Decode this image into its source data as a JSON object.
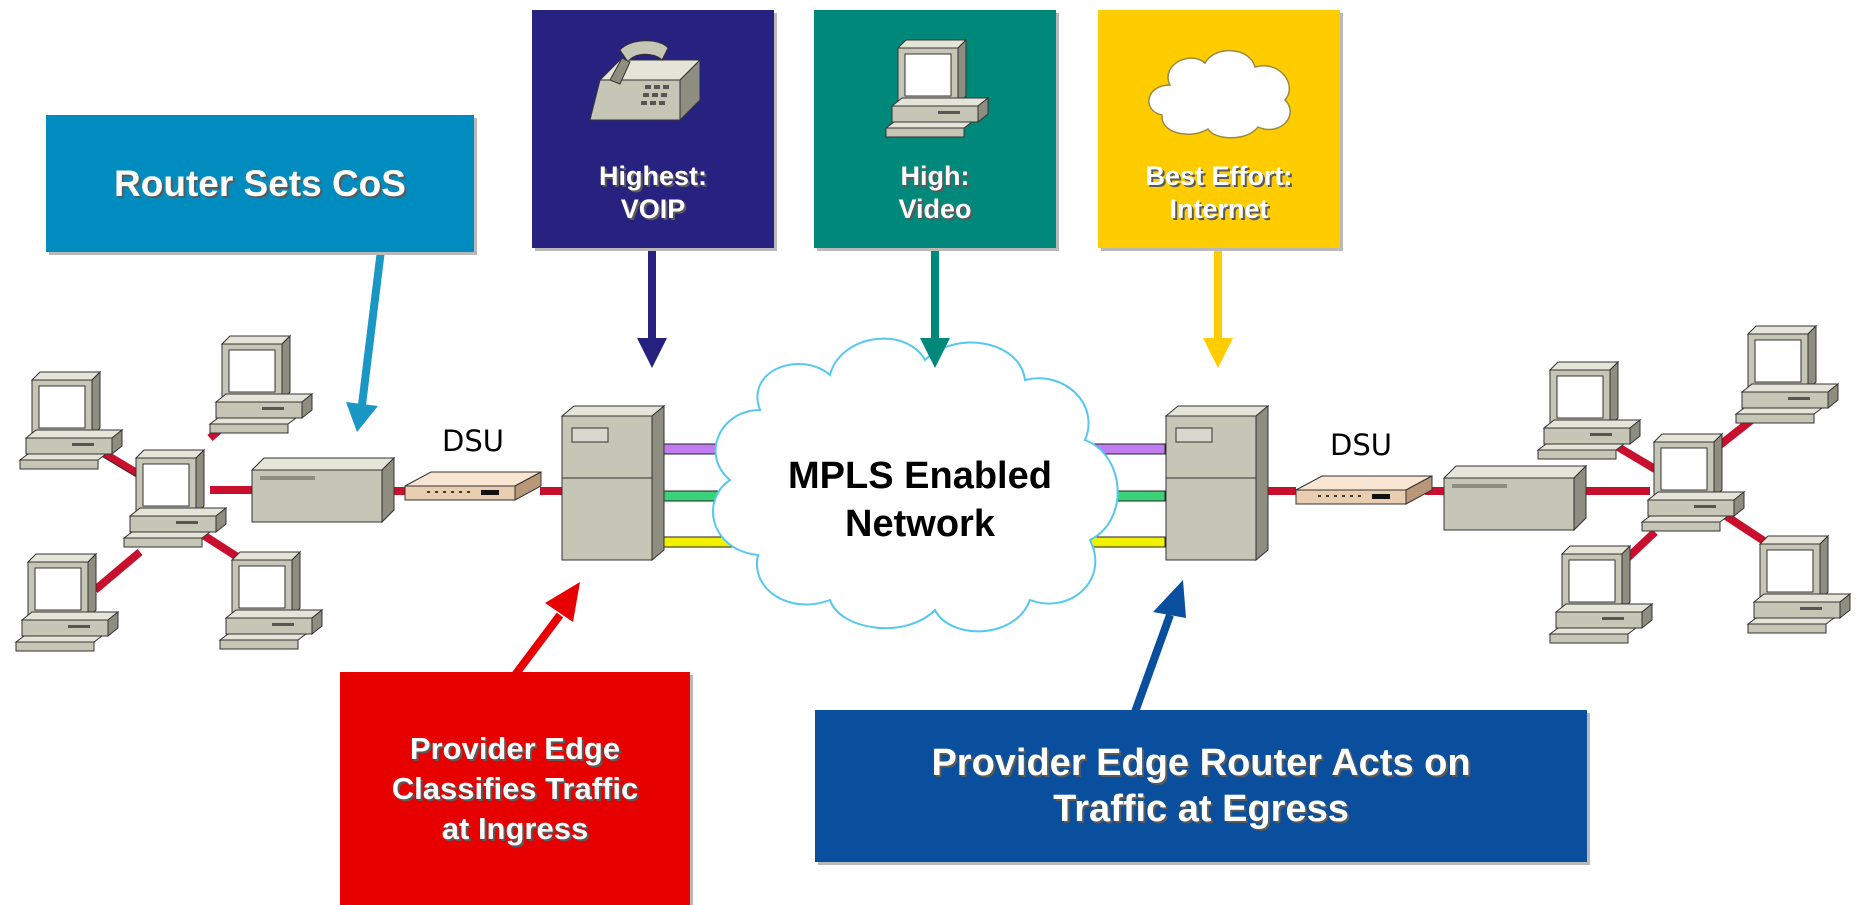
{
  "callouts": {
    "router_sets_cos": {
      "text": "Router Sets CoS",
      "color": "#008cbf"
    },
    "voip": {
      "line1": "Highest:",
      "line2": "VOIP",
      "color": "#27217f"
    },
    "video": {
      "line1": "High:",
      "line2": "Video",
      "color": "#00897a"
    },
    "internet": {
      "line1": "Best Effort:",
      "line2": "Internet",
      "color": "#ffcc00"
    },
    "ingress": {
      "line1": "Provider Edge",
      "line2": "Classifies Traffic",
      "line3": "at Ingress",
      "color": "#e60000"
    },
    "egress": {
      "line1": "Provider Edge Router Acts on",
      "line2": "Traffic at Egress",
      "color": "#0a4e9e"
    }
  },
  "labels": {
    "dsu_left": "DSU",
    "dsu_right": "DSU",
    "cloud_line1": "MPLS Enabled",
    "cloud_line2": "Network"
  },
  "icons": {
    "phone": "telephone-icon",
    "video": "computer-icon",
    "internet": "cloud-icon",
    "router": "router-icon",
    "dsu": "dsu-icon",
    "workstation": "workstation-icon"
  },
  "colors": {
    "lan_link": "#c8102e",
    "voip_lane": "#c07cf0",
    "video_lane": "#3bd27a",
    "internet_lane": "#f2f200",
    "cloud_outline": "#55c8ef"
  }
}
